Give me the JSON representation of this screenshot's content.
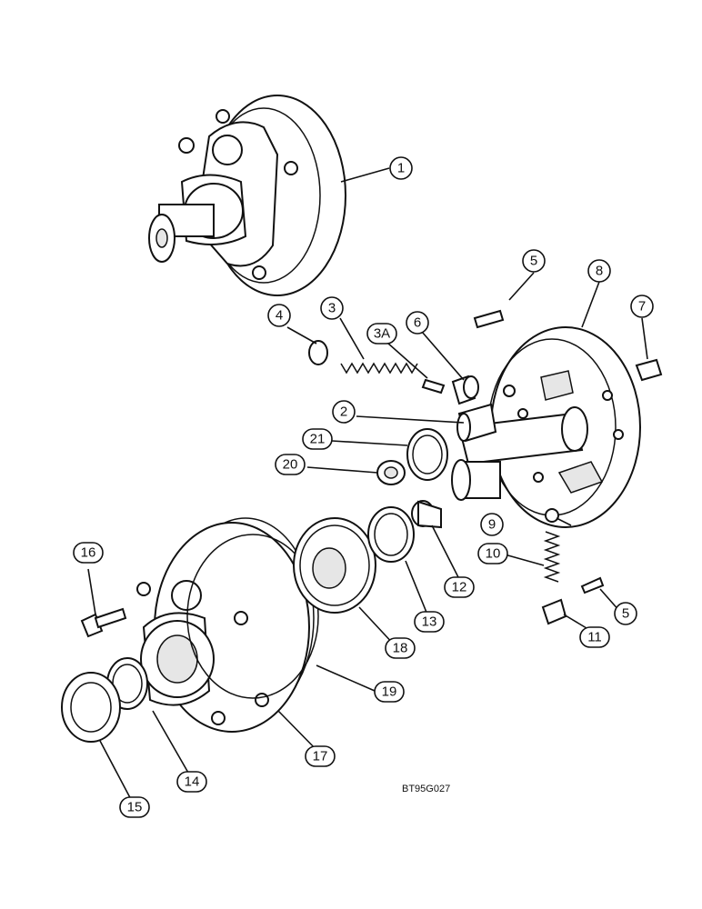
{
  "figure": {
    "code": "BT95G027",
    "callouts": [
      {
        "id": "c1",
        "label": "1"
      },
      {
        "id": "c2",
        "label": "2"
      },
      {
        "id": "c3",
        "label": "3"
      },
      {
        "id": "c3a",
        "label": "3A"
      },
      {
        "id": "c4",
        "label": "4"
      },
      {
        "id": "c5a",
        "label": "5"
      },
      {
        "id": "c5b",
        "label": "5"
      },
      {
        "id": "c6",
        "label": "6"
      },
      {
        "id": "c7",
        "label": "7"
      },
      {
        "id": "c8",
        "label": "8"
      },
      {
        "id": "c9",
        "label": "9"
      },
      {
        "id": "c10",
        "label": "10"
      },
      {
        "id": "c11",
        "label": "11"
      },
      {
        "id": "c12",
        "label": "12"
      },
      {
        "id": "c13",
        "label": "13"
      },
      {
        "id": "c14",
        "label": "14"
      },
      {
        "id": "c15",
        "label": "15"
      },
      {
        "id": "c16",
        "label": "16"
      },
      {
        "id": "c17",
        "label": "17"
      },
      {
        "id": "c18",
        "label": "18"
      },
      {
        "id": "c19",
        "label": "19"
      },
      {
        "id": "c20",
        "label": "20"
      },
      {
        "id": "c21",
        "label": "21"
      }
    ]
  }
}
